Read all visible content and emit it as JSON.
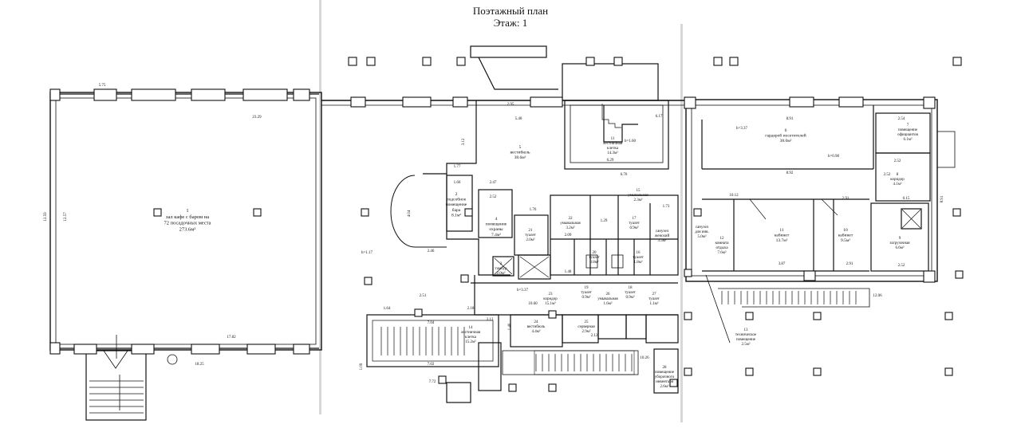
{
  "header": {
    "title": "Поэтажный план",
    "floor": "Этаж: 1"
  },
  "rooms": [
    {
      "id": "r1",
      "lines": [
        "1",
        "зал кафе с баром на",
        "72 посадочных места",
        "273.6м²"
      ]
    },
    {
      "id": "r2",
      "lines": [
        "2",
        "подсобное",
        "помещение",
        "бара",
        "8.1м²"
      ]
    },
    {
      "id": "r3",
      "lines": [
        "3",
        "тамбур",
        "2.0м²"
      ]
    },
    {
      "id": "r4",
      "lines": [
        "4",
        "помещение",
        "охраны",
        "7.4м²"
      ]
    },
    {
      "id": "r5",
      "lines": [
        "5",
        "вестибюль",
        "38.6м²"
      ]
    },
    {
      "id": "r6",
      "lines": [
        "6",
        "гардероб посетителей",
        "38.0м²"
      ]
    },
    {
      "id": "r7",
      "lines": [
        "7",
        "помещение",
        "официантов",
        "6.1м²"
      ]
    },
    {
      "id": "r8",
      "lines": [
        "8",
        "коридор",
        "4.1м²"
      ]
    },
    {
      "id": "r9",
      "lines": [
        "9",
        "загрузочная",
        "6.6м²"
      ]
    },
    {
      "id": "r10",
      "lines": [
        "10",
        "кабинет",
        "9.5м²"
      ]
    },
    {
      "id": "r11",
      "lines": [
        "11",
        "кабинет",
        "13.7м²"
      ]
    },
    {
      "id": "r12",
      "lines": [
        "12",
        "комната",
        "отдыха",
        "7.6м²"
      ]
    },
    {
      "id": "r13",
      "lines": [
        "13",
        "техническое",
        "помещение",
        "2.5м²"
      ]
    },
    {
      "id": "r14",
      "lines": [
        "14",
        "лестничная",
        "клетка",
        "15.2м²"
      ]
    },
    {
      "id": "r15",
      "lines": [
        "15",
        "умывальная",
        "2.3м²"
      ]
    },
    {
      "id": "r16",
      "lines": [
        "16",
        "туалет",
        "1.8м²"
      ]
    },
    {
      "id": "r17",
      "lines": [
        "17",
        "туалет",
        "0.9м²"
      ]
    },
    {
      "id": "r18",
      "lines": [
        "18",
        "туалет",
        "0.9м²"
      ]
    },
    {
      "id": "r19",
      "lines": [
        "19",
        "туалет",
        "0.9м²"
      ]
    },
    {
      "id": "r20",
      "lines": [
        "20",
        "туалет",
        "0.8м²"
      ]
    },
    {
      "id": "r21",
      "lines": [
        "21",
        "туалет",
        "2.0м²"
      ]
    },
    {
      "id": "r22",
      "lines": [
        "22",
        "умывальная",
        "3.2м²"
      ]
    },
    {
      "id": "r23",
      "lines": [
        "23",
        "коридор",
        "15.1м²"
      ]
    },
    {
      "id": "r24",
      "lines": [
        "24",
        "вестибюль",
        "4.4м²"
      ]
    },
    {
      "id": "r25",
      "lines": [
        "25",
        "серверная",
        "2.9м²"
      ]
    },
    {
      "id": "r26",
      "lines": [
        "26",
        "умывальная",
        "1.6м²"
      ]
    },
    {
      "id": "r27",
      "lines": [
        "27",
        "туалет",
        "1.1м²"
      ]
    },
    {
      "id": "r28",
      "lines": [
        "28",
        "помещение",
        "уборочного",
        "инвентаря",
        "2.6м²"
      ]
    },
    {
      "id": "r29",
      "lines": [
        "11",
        "лестничная",
        "клетка",
        "14.3м²"
      ]
    },
    {
      "id": "r30",
      "lines": [
        "",
        "санузел",
        "женский",
        "3.5м²"
      ]
    },
    {
      "id": "r31",
      "lines": [
        "",
        "санузел",
        "для инв.",
        "5.0м²"
      ]
    }
  ],
  "dims": [
    {
      "id": "d1",
      "text": "5.75"
    },
    {
      "id": "d2",
      "text": "23.29"
    },
    {
      "id": "d3",
      "text": "13.59"
    },
    {
      "id": "d4",
      "text": "12.57"
    },
    {
      "id": "d5",
      "text": "17.82"
    },
    {
      "id": "d6",
      "text": "18.25"
    },
    {
      "id": "d7",
      "text": "2.95"
    },
    {
      "id": "d8",
      "text": "5.40"
    },
    {
      "id": "d9",
      "text": "6.17"
    },
    {
      "id": "d10",
      "text": "6.29"
    },
    {
      "id": "d11",
      "text": "6.76"
    },
    {
      "id": "d12",
      "text": "8.91"
    },
    {
      "id": "d13",
      "text": "h=3.37"
    },
    {
      "id": "d14",
      "text": "8.92"
    },
    {
      "id": "d15",
      "text": "h=0.98"
    },
    {
      "id": "d16",
      "text": "2.54"
    },
    {
      "id": "d17",
      "text": "2.52"
    },
    {
      "id": "d18",
      "text": "2.52"
    },
    {
      "id": "d19",
      "text": "8.91"
    },
    {
      "id": "d20",
      "text": "10.12"
    },
    {
      "id": "d21",
      "text": "2.91"
    },
    {
      "id": "d22",
      "text": "3.87"
    },
    {
      "id": "d23",
      "text": "2.91"
    },
    {
      "id": "d24",
      "text": "2.52"
    },
    {
      "id": "d25",
      "text": "12.06"
    },
    {
      "id": "d26",
      "text": "h=3.37"
    },
    {
      "id": "d27",
      "text": "10.60"
    },
    {
      "id": "d28",
      "text": "2.51"
    },
    {
      "id": "d29",
      "text": "2.18"
    },
    {
      "id": "d30",
      "text": "1.64"
    },
    {
      "id": "d31",
      "text": "7.04"
    },
    {
      "id": "d32",
      "text": "7.02"
    },
    {
      "id": "d33",
      "text": "7.72"
    },
    {
      "id": "d34",
      "text": "1.09"
    },
    {
      "id": "d35",
      "text": "3.13"
    },
    {
      "id": "d36",
      "text": "1.40"
    },
    {
      "id": "d37",
      "text": "2.12"
    },
    {
      "id": "d38",
      "text": "10.26"
    },
    {
      "id": "d39",
      "text": "1.77"
    },
    {
      "id": "d40",
      "text": "1.60"
    },
    {
      "id": "d41",
      "text": "2.47"
    },
    {
      "id": "d42",
      "text": "2.52"
    },
    {
      "id": "d43",
      "text": "h=1.60"
    },
    {
      "id": "d44",
      "text": "2.46"
    },
    {
      "id": "d45",
      "text": "h=1.17"
    },
    {
      "id": "d46",
      "text": "1.76"
    },
    {
      "id": "d47",
      "text": "3.12"
    },
    {
      "id": "d48",
      "text": "1.29"
    },
    {
      "id": "d49",
      "text": "1.73"
    },
    {
      "id": "d50",
      "text": "1.48"
    },
    {
      "id": "d51",
      "text": "4.04"
    },
    {
      "id": "d52",
      "text": "2.09"
    },
    {
      "id": "d53",
      "text": "0.15"
    }
  ]
}
